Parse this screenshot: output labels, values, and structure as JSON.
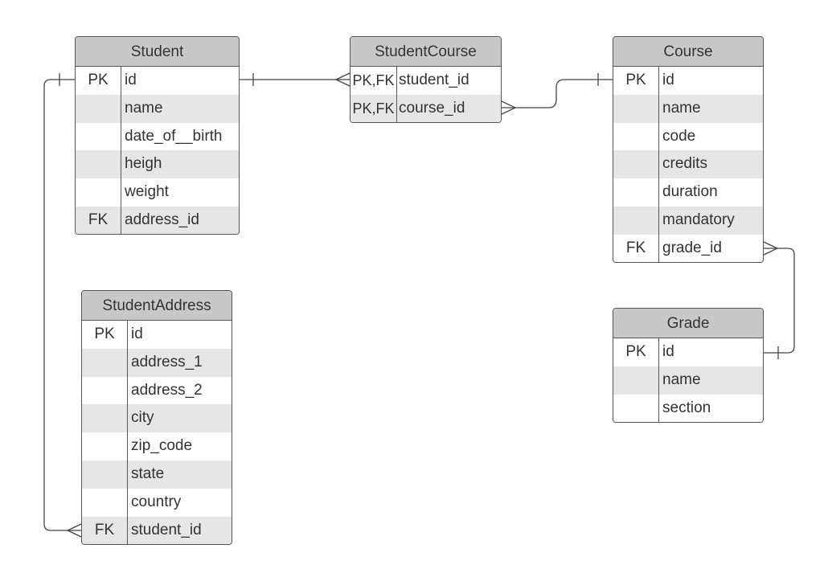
{
  "diagram": {
    "entities": {
      "student": {
        "name": "Student",
        "rows": [
          {
            "key": "PK",
            "field": "id"
          },
          {
            "key": "",
            "field": "name"
          },
          {
            "key": "",
            "field": "date_of__birth"
          },
          {
            "key": "",
            "field": "heigh"
          },
          {
            "key": "",
            "field": "weight"
          },
          {
            "key": "FK",
            "field": "address_id"
          }
        ]
      },
      "studentcourse": {
        "name": "StudentCourse",
        "rows": [
          {
            "key": "PK,FK",
            "field": "student_id"
          },
          {
            "key": "PK,FK",
            "field": "course_id"
          }
        ]
      },
      "course": {
        "name": "Course",
        "rows": [
          {
            "key": "PK",
            "field": "id"
          },
          {
            "key": "",
            "field": "name"
          },
          {
            "key": "",
            "field": "code"
          },
          {
            "key": "",
            "field": "credits"
          },
          {
            "key": "",
            "field": "duration"
          },
          {
            "key": "",
            "field": "mandatory"
          },
          {
            "key": "FK",
            "field": "grade_id"
          }
        ]
      },
      "studentaddress": {
        "name": "StudentAddress",
        "rows": [
          {
            "key": "PK",
            "field": "id"
          },
          {
            "key": "",
            "field": "address_1"
          },
          {
            "key": "",
            "field": "address_2"
          },
          {
            "key": "",
            "field": "city"
          },
          {
            "key": "",
            "field": "zip_code"
          },
          {
            "key": "",
            "field": "state"
          },
          {
            "key": "",
            "field": "country"
          },
          {
            "key": "FK",
            "field": "student_id"
          }
        ]
      },
      "grade": {
        "name": "Grade",
        "rows": [
          {
            "key": "PK",
            "field": "id"
          },
          {
            "key": "",
            "field": "name"
          },
          {
            "key": "",
            "field": "section"
          }
        ]
      }
    },
    "relationships": [
      {
        "from": "Student.id",
        "to": "StudentCourse.student_id",
        "from_cardinality": "one",
        "to_cardinality": "many"
      },
      {
        "from": "Course.id",
        "to": "StudentCourse.course_id",
        "from_cardinality": "one",
        "to_cardinality": "many"
      },
      {
        "from": "Grade.id",
        "to": "Course.grade_id",
        "from_cardinality": "one",
        "to_cardinality": "many"
      },
      {
        "from": "Student.id",
        "to": "StudentAddress.student_id",
        "from_cardinality": "one",
        "to_cardinality": "many"
      }
    ],
    "colors": {
      "header_fill": "#c8c8c8",
      "row_shade": "#e6e6e6",
      "border": "#555555",
      "line": "#444444",
      "text": "#333333"
    }
  }
}
